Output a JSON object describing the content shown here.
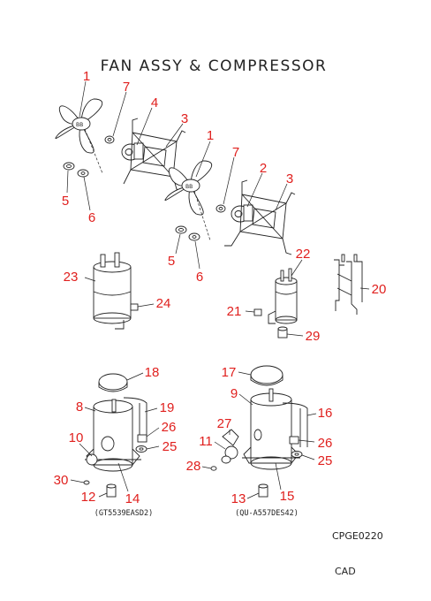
{
  "title": "FAN ASSY & COMPRESSOR",
  "drawing_code": "CPGE0220",
  "cad_label": "CAD",
  "model_captions": {
    "left": "(GT5539EASD2)",
    "right": "(QU-A557DES42)"
  },
  "callouts": {
    "c1a": "1",
    "c7a": "7",
    "c4": "4",
    "c3a": "3",
    "c5a": "5",
    "c6a": "6",
    "c1b": "1",
    "c7b": "7",
    "c2": "2",
    "c3b": "3",
    "c5b": "5",
    "c6b": "6",
    "c23": "23",
    "c24": "24",
    "c22": "22",
    "c20": "20",
    "c21": "21",
    "c29": "29",
    "c18": "18",
    "c8": "8",
    "c19": "19",
    "c26a": "26",
    "c25a": "25",
    "c10": "10",
    "c30": "30",
    "c12": "12",
    "c14": "14",
    "c17": "17",
    "c9": "9",
    "c16": "16",
    "c27": "27",
    "c11": "11",
    "c28": "28",
    "c26b": "26",
    "c25b": "25",
    "c13": "13",
    "c15": "15"
  },
  "colors": {
    "callout": "#e0201e",
    "line": "#222222",
    "background": "#ffffff"
  }
}
